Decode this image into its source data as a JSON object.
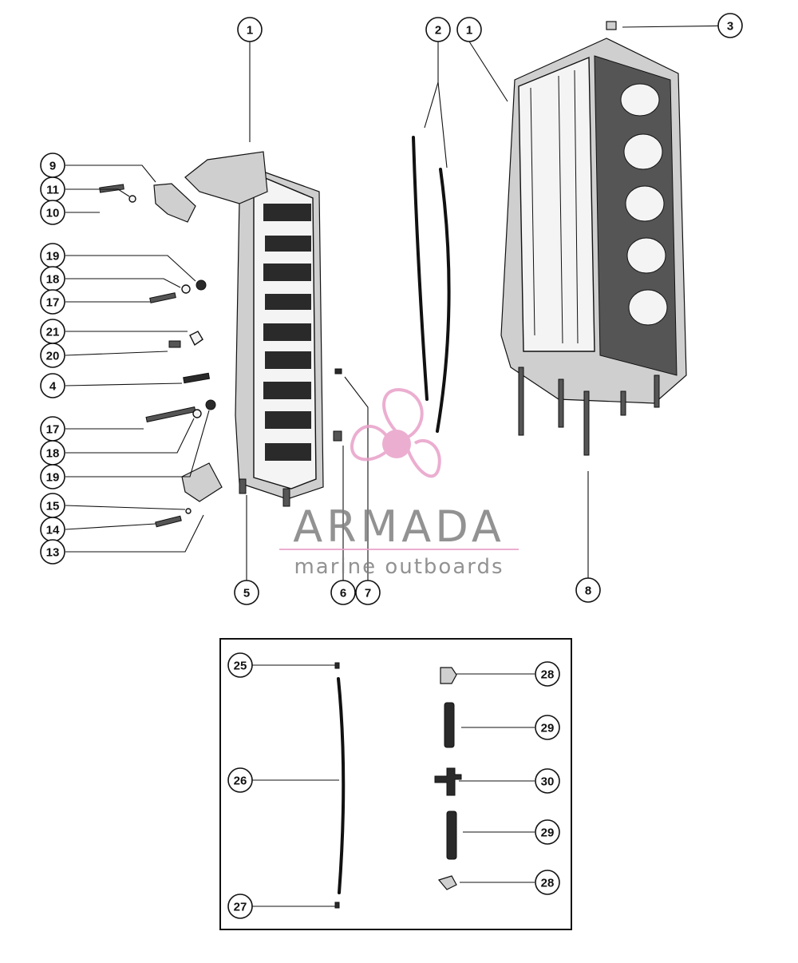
{
  "callouts": {
    "c1a": "1",
    "c2": "2",
    "c1b": "1",
    "c3": "3",
    "c9": "9",
    "c11": "11",
    "c10": "10",
    "c19a": "19",
    "c18a": "18",
    "c17a": "17",
    "c21": "21",
    "c20": "20",
    "c4": "4",
    "c17b": "17",
    "c18b": "18",
    "c19b": "19",
    "c15": "15",
    "c14": "14",
    "c13": "13",
    "c5": "5",
    "c6": "6",
    "c7": "7",
    "c8": "8",
    "c25": "25",
    "c26": "26",
    "c27": "27",
    "c28a": "28",
    "c29a": "29",
    "c30": "30",
    "c29b": "29",
    "c28b": "28"
  },
  "watermark": {
    "brand": "ARMADA",
    "tagline": "marine outboards",
    "color_gray": "#808080",
    "color_pink": "#e8a0c8"
  },
  "colors": {
    "line": "#111111",
    "background": "#ffffff"
  }
}
